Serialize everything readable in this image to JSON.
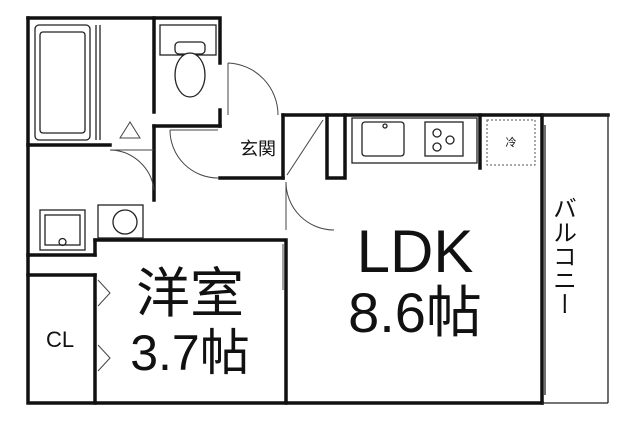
{
  "rooms": {
    "entrance": "玄関",
    "bedroom_name": "洋室",
    "bedroom_size": "3.7帖",
    "ldk_name": "LDK",
    "ldk_size": "8.6帖",
    "closet": "CL",
    "balcony": "バルコニー",
    "fridge": "冷"
  }
}
